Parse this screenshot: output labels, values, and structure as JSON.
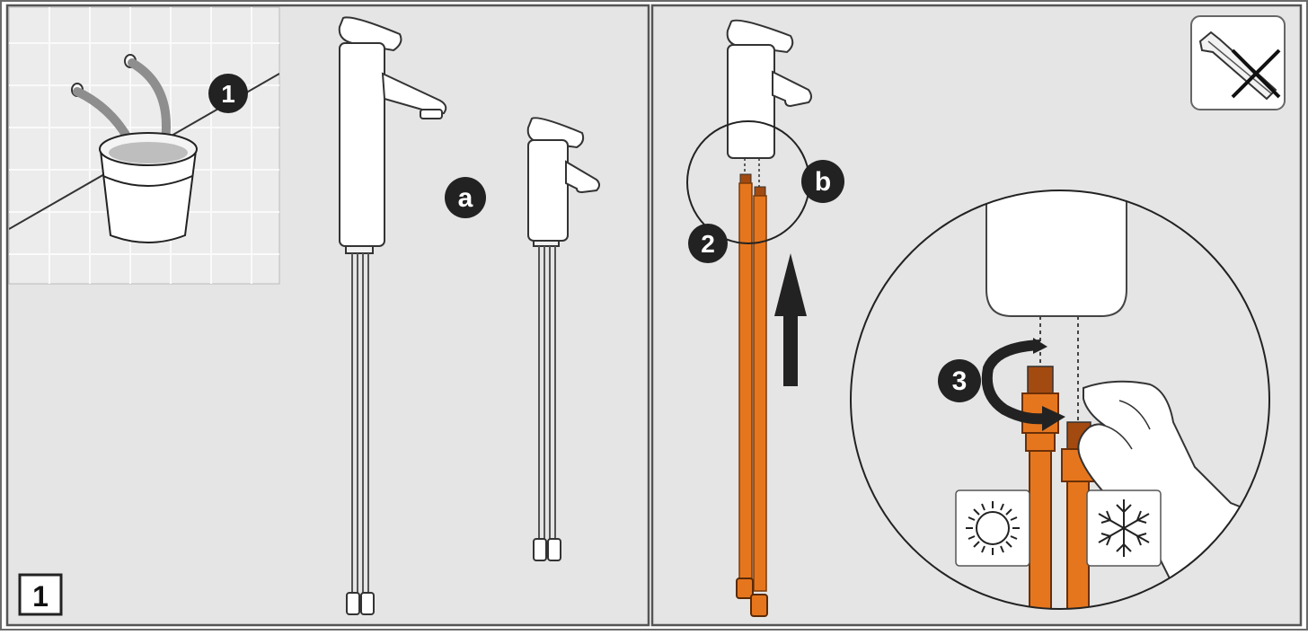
{
  "figure": {
    "step_number": "1",
    "callouts": {
      "c1": "1",
      "c2": "2",
      "c3": "3",
      "a": "a",
      "b": "b"
    },
    "icons": {
      "no_tools": "wrench-crossed-icon",
      "hot_water": "sun-icon",
      "cold_water": "snowflake-icon",
      "flush_bucket": "bucket-icon",
      "push_up": "arrow-up-icon",
      "tighten": "rotate-arrow-icon"
    },
    "colors": {
      "background": "#e5e5e5",
      "panel_border": "#555555",
      "hose_orange": "#e6761e",
      "callout_black": "#222222"
    }
  }
}
